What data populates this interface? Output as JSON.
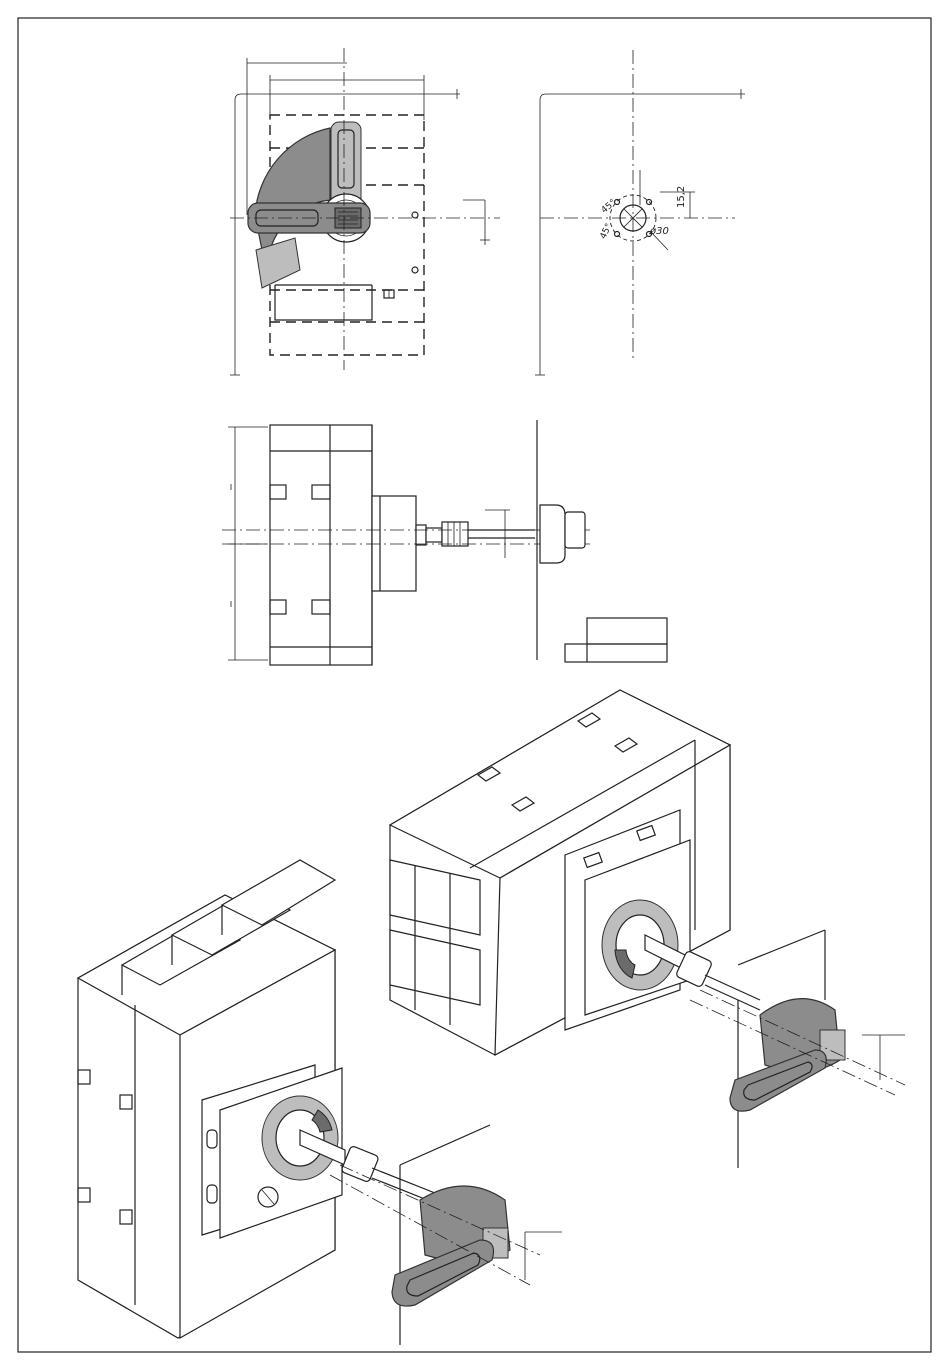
{
  "drawing": {
    "labels": {
      "angle_upper": "45°",
      "angle_lower": "45°",
      "diameter": "ø30",
      "offset": "15,2"
    }
  }
}
